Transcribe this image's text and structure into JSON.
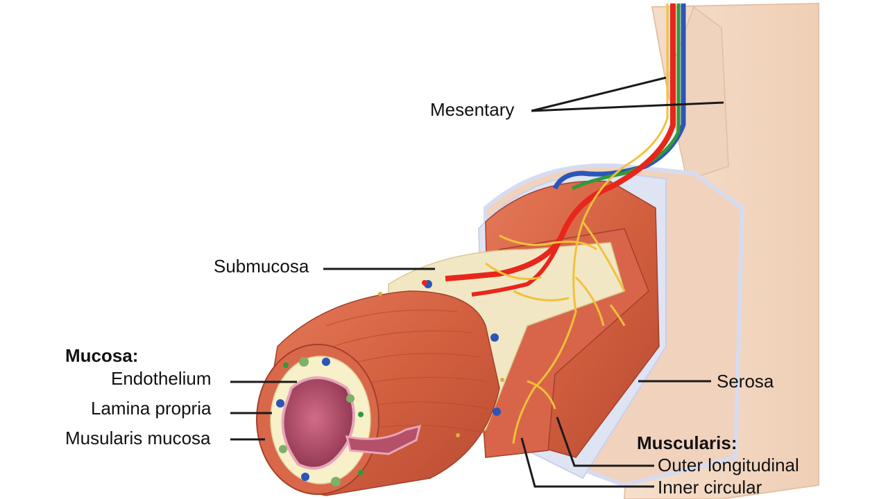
{
  "diagram": {
    "labels": {
      "mesentary": "Mesentary",
      "submucosa": "Submucosa",
      "mucosa_header": "Mucosa:",
      "endothelium": "Endothelium",
      "lamina_propria": "Lamina propria",
      "muscularis_mucosa": "Musularis mucosa",
      "serosa": "Serosa",
      "muscularis_header": "Muscularis:",
      "outer_longitudinal": "Outer longitudinal",
      "inner_circular": "Inner circular"
    },
    "colors": {
      "serosa_tan": "#f3d7c3",
      "serosa_edge": "#d6dcf0",
      "muscle": "#d9684a",
      "muscle_dark": "#b94a33",
      "submucosa": "#f2e7c4",
      "lamina": "#f7f0c9",
      "lumen": "#b5506a",
      "artery": "#e8261b",
      "vein": "#2c55b8",
      "lymph": "#2f9a3a",
      "nerve": "#f2c13a"
    }
  }
}
